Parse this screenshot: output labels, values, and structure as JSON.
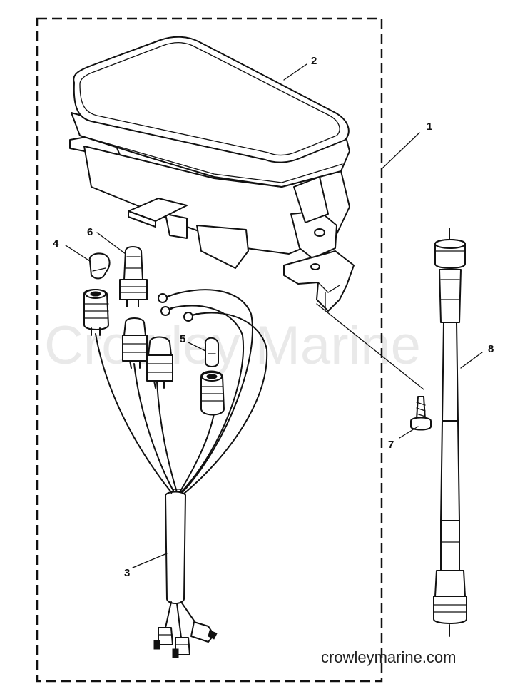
{
  "watermark": "Crowley Marine",
  "footer_url": "crowleymarine.com",
  "callouts": [
    "1",
    "2",
    "3",
    "4",
    "5",
    "6",
    "7",
    "8"
  ],
  "colors": {
    "ink": "#111111",
    "watermark": "#e9e9e9",
    "background": "#ffffff"
  }
}
